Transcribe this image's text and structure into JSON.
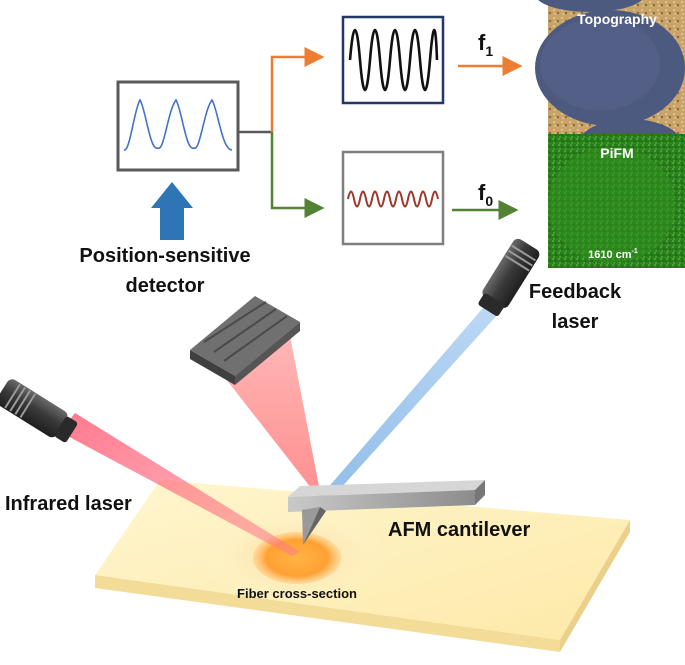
{
  "labels": {
    "detector_line1": "Position-sensitive",
    "detector_line2": "detector",
    "feedback_line1": "Feedback",
    "feedback_line2": "laser",
    "infrared": "Infrared laser",
    "cantilever": "AFM cantilever",
    "fiber": "Fiber cross-section",
    "topography": "Topography",
    "pifm": "PiFM",
    "wavenumber_value": "1610 cm",
    "wavenumber_exp": "-1",
    "f1_base": "f",
    "f1_sub": "1",
    "f0_base": "f",
    "f0_sub": "0"
  },
  "colors": {
    "arrow_top": "#ed7d31",
    "arrow_bottom": "#548235",
    "detector_arrow": "#2e75b6",
    "wave_detector": "#4472c4",
    "wave_f1": "#111111",
    "wave_f0": "#9e3a2c",
    "box_f1_border": "#203864",
    "box_border": "#595959",
    "ir_beam": "#ff6b6b",
    "feedback_beam": "#7fb2e5",
    "pifm_green": "#2f8f1e",
    "topo_blue": "#4a5a85"
  },
  "icons": [
    "laser-icon",
    "detector-plate-icon"
  ]
}
